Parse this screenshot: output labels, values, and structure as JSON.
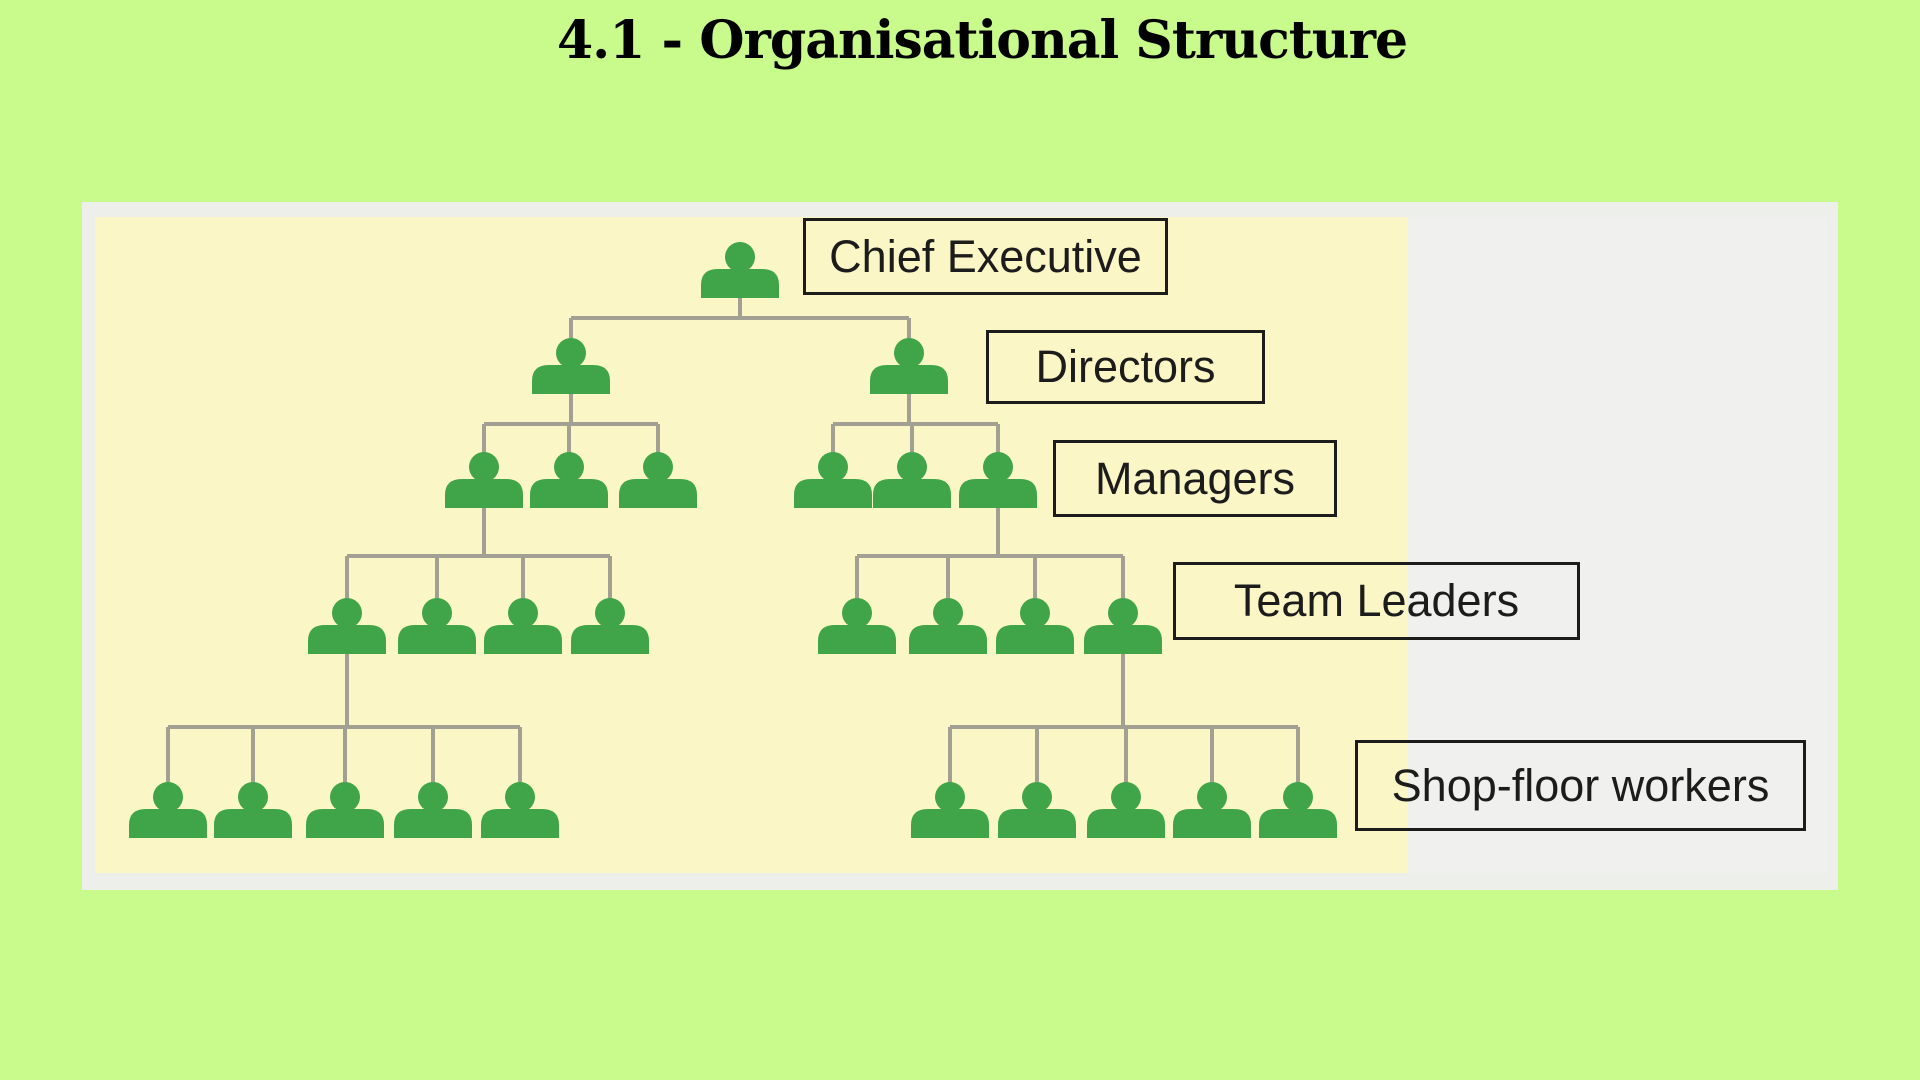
{
  "page": {
    "title": "4.1 - Organisational Structure"
  },
  "chart": {
    "type": "org-chart",
    "icon": "person-icon",
    "levels": [
      {
        "label": "Chief Executive",
        "count": 1,
        "groups": 1,
        "per_group": 1
      },
      {
        "label": "Directors",
        "count": 2,
        "groups": 1,
        "per_group": 2
      },
      {
        "label": "Managers",
        "count": 6,
        "groups": 2,
        "per_group": 3
      },
      {
        "label": "Team Leaders",
        "count": 8,
        "groups": 2,
        "per_group": 4
      },
      {
        "label": "Shop-floor workers",
        "count": 10,
        "groups": 2,
        "per_group": 5
      }
    ],
    "structure": {
      "chief_executive_reports": "2 Directors",
      "each_director_reports": "3 Managers",
      "one_manager_per_branch_reports": "4 Team Leaders",
      "one_team_leader_per_branch_reports": "5 Shop-floor workers"
    },
    "colors": {
      "page_background": "#c8fa8c",
      "panel_frame": "#edf0ea",
      "panel_left_background": "#fbf6c6",
      "panel_right_background": "#f0f0ee",
      "person": "#3fa548",
      "connector": "#a29f93",
      "label_border": "#1c1c1c",
      "label_text": "#1c1c1c",
      "title_text": "#000000"
    }
  }
}
